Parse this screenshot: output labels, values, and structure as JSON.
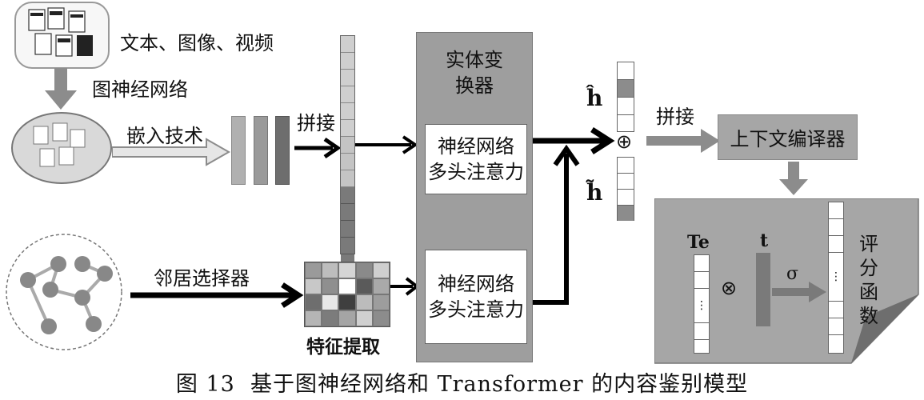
{
  "labels": {
    "media": "文本、图像、视频",
    "gnn": "图神经网络",
    "embedding": "嵌入技术",
    "concat_left": "拼接",
    "neighbor_selector": "邻居选择器",
    "feature_extraction": "特征提取",
    "entity_transformer": "实体变换器",
    "attention_top_line1": "神经网络",
    "attention_top_line2": "多头注意力",
    "attention_bottom_line1": "神经网络",
    "attention_bottom_line2": "多头注意力",
    "h_hat": "ĥ",
    "h_tilde": "h̃",
    "oplus": "⊕",
    "concat_right": "拼接",
    "context_encoder": "上下文编译器",
    "te": "Te",
    "t": "t",
    "otimes": "⊗",
    "sigma": "σ",
    "score_function": "评分函数",
    "dots": "⋮"
  },
  "caption": "图 13  基于图神经网络和 Transformer 的内容鉴别模型",
  "colors": {
    "transformer_bg": "#9e9e9e",
    "score_panel_bg": "#a6a6a6",
    "arrow_dark": "#000000",
    "arrow_gray": "#8c8c8c"
  }
}
